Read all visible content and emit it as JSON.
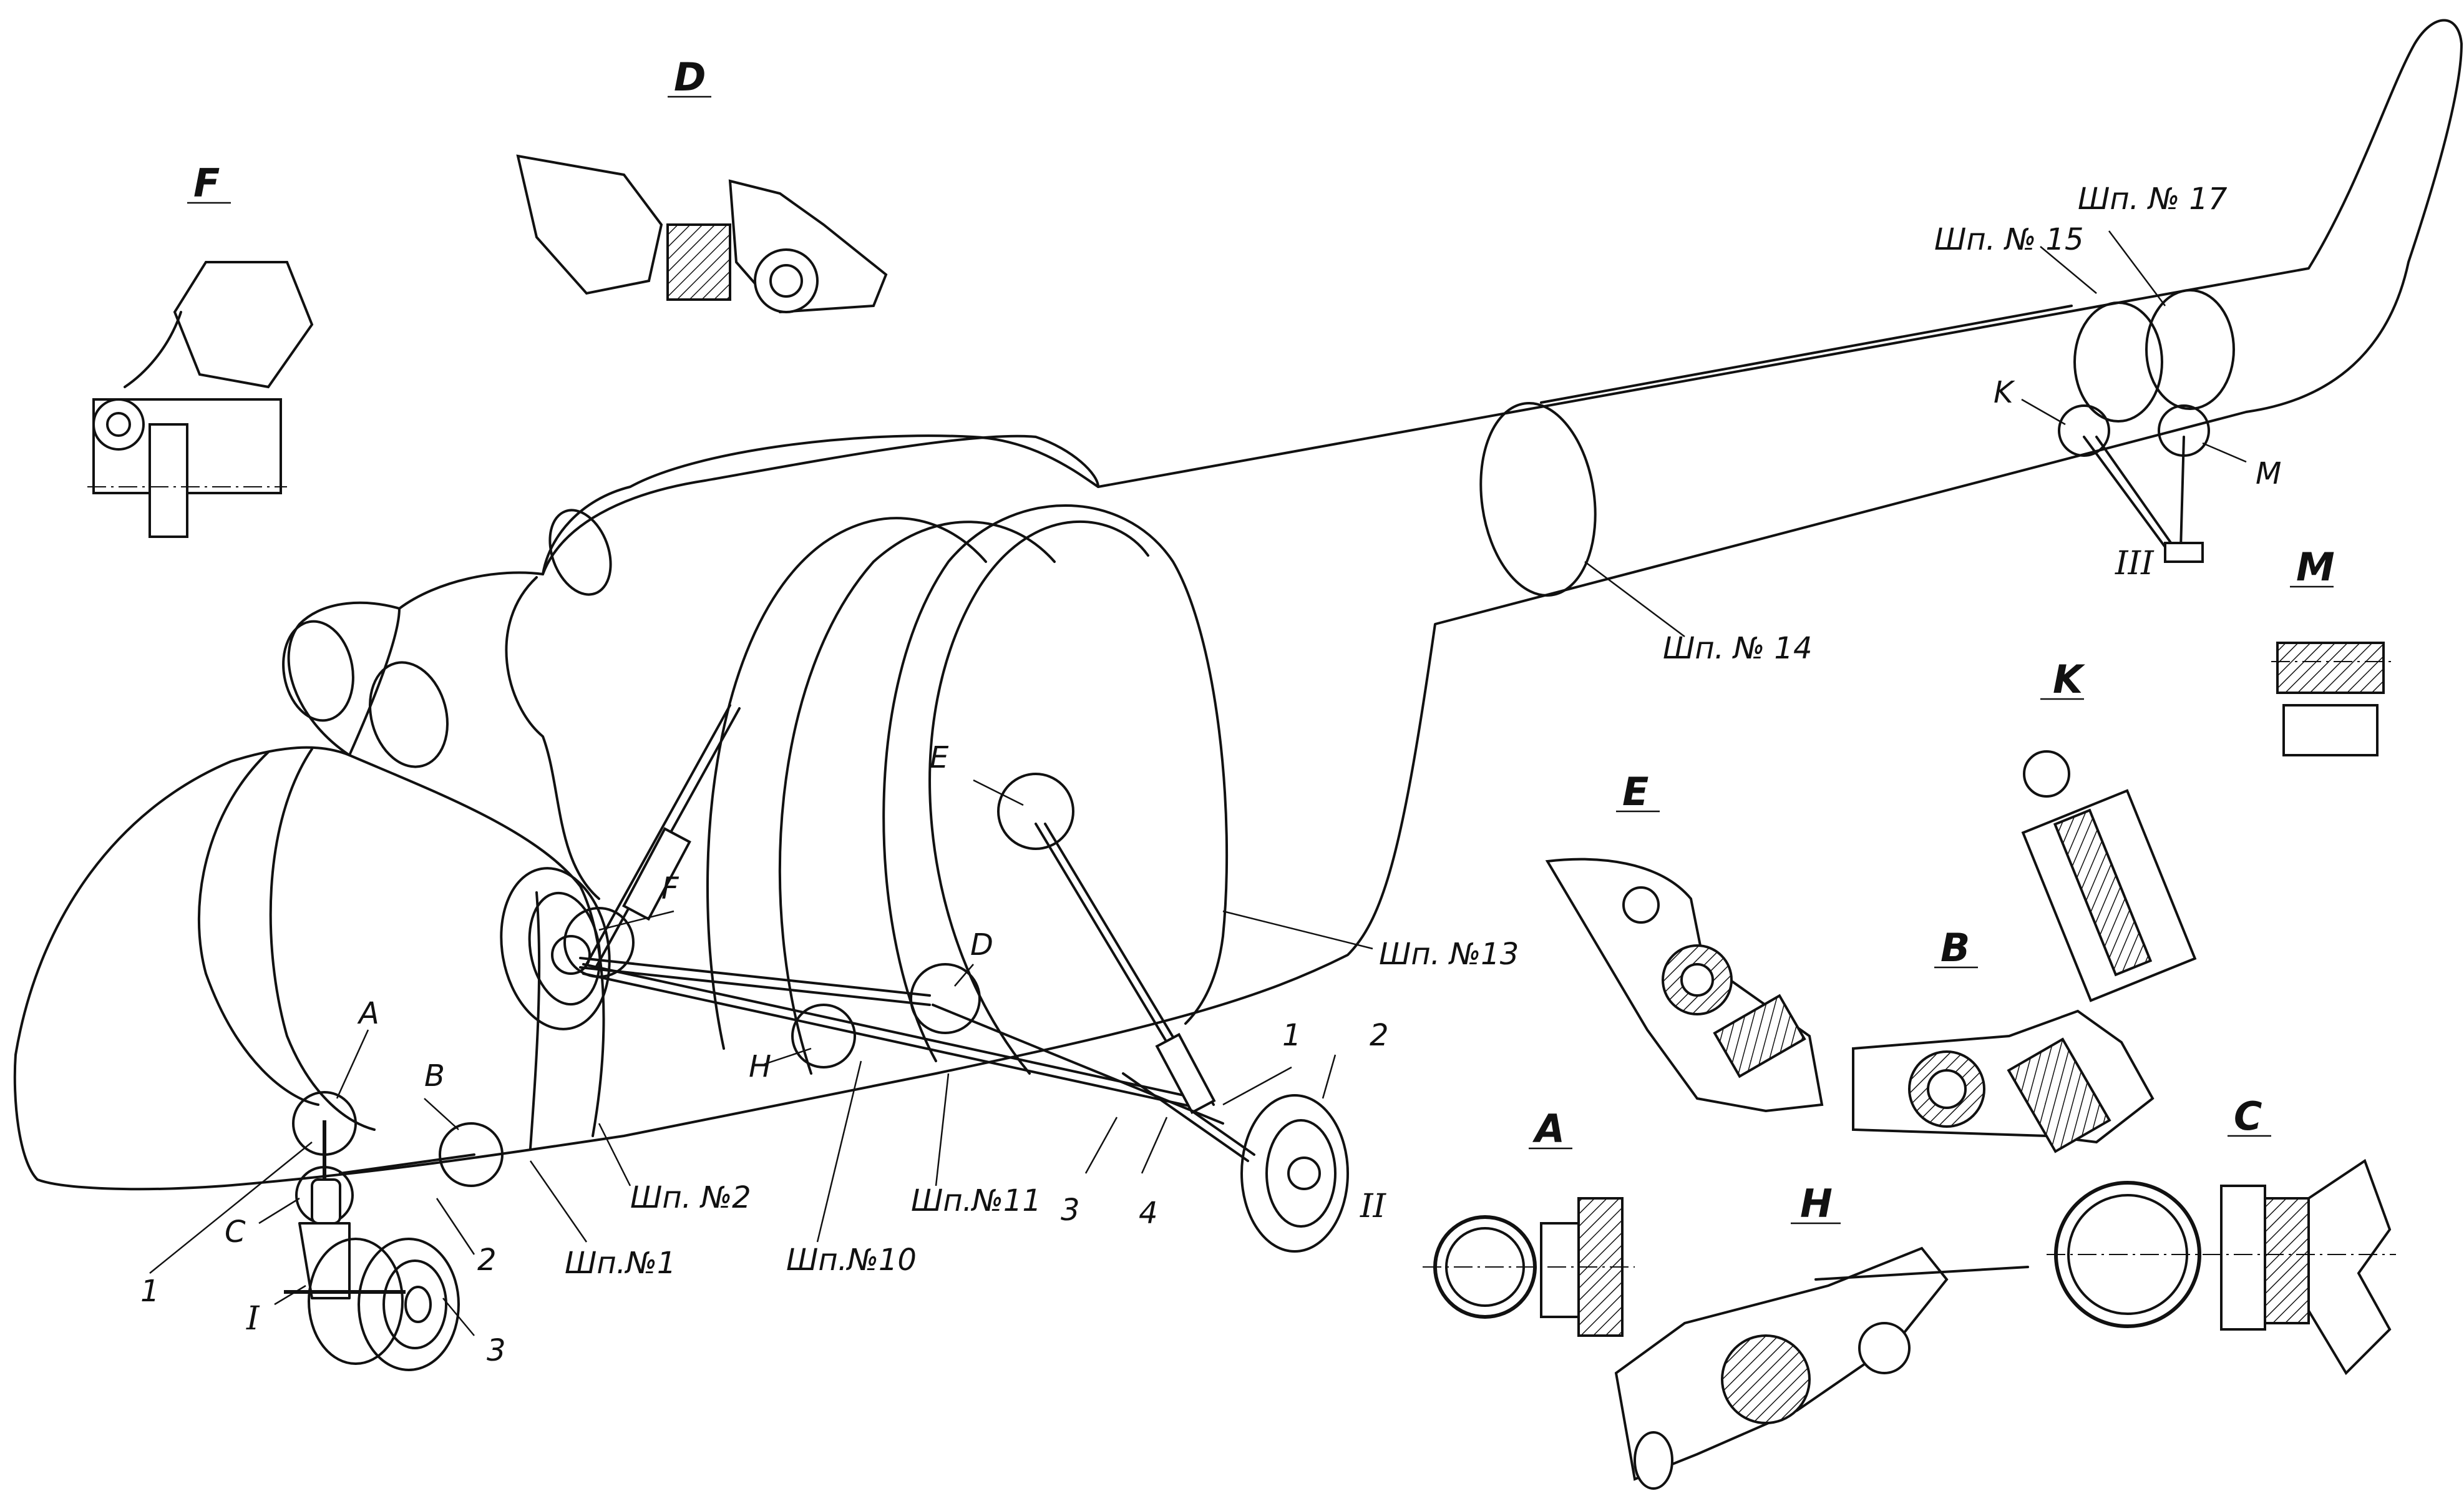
{
  "views": {
    "A": "A",
    "B": "B",
    "C": "C",
    "D": "D",
    "E": "E",
    "F": "F",
    "H": "H",
    "K": "K",
    "M": "M"
  },
  "frames": {
    "f1": "Шп.№1",
    "f2": "Шп. №2",
    "f10": "Шп.№10",
    "f11": "Шп.№11",
    "f13": "Шп. №13",
    "f14": "Шп. № 14",
    "f15": "Шп. № 15",
    "f17": "Шп. № 17"
  },
  "gear": {
    "I": "I",
    "II": "II",
    "III": "III"
  },
  "numbers": {
    "n1": "1",
    "n2": "2",
    "n3": "3",
    "n4": "4"
  }
}
